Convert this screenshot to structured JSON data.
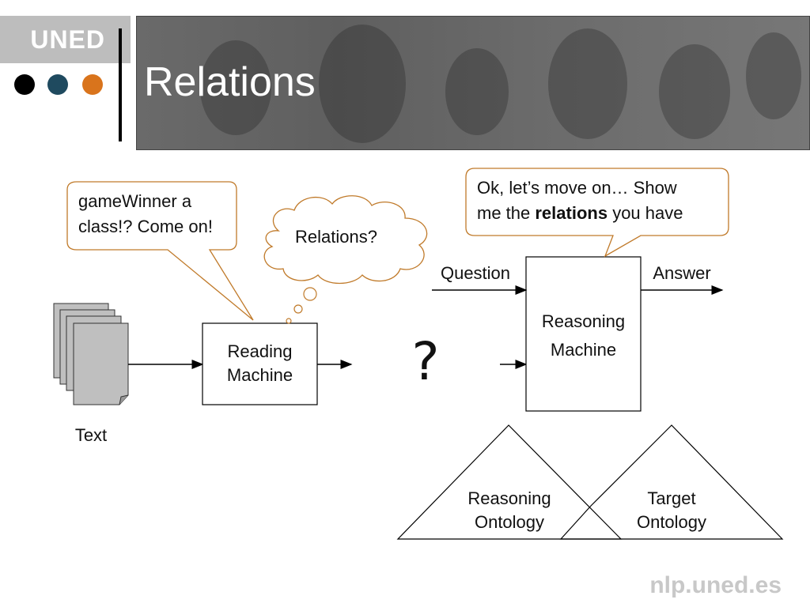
{
  "header": {
    "logo_text": "UNED",
    "title": "Relations",
    "dot_colors": [
      "#000000",
      "#1f4a5f",
      "#d9741c"
    ]
  },
  "callouts": {
    "reader_complaint": [
      "gameWinner a",
      "class!? Come on!"
    ],
    "thought": "Relations?",
    "reasoner_request": {
      "line1": "Ok, let’s move on…  Show",
      "line2_pre": "me the ",
      "line2_bold": "relations",
      "line2_post": " you have"
    }
  },
  "nodes": {
    "text_label": "Text",
    "reading_machine": [
      "Reading",
      "Machine"
    ],
    "unknown": "?",
    "reasoning_machine": [
      "Reasoning",
      "Machine"
    ],
    "reasoning_ontology": [
      "Reasoning",
      "Ontology"
    ],
    "target_ontology": [
      "Target",
      "Ontology"
    ]
  },
  "edges": {
    "question": "Question",
    "answer": "Answer"
  },
  "colors": {
    "callout_border": "#c07a2a",
    "doc_fill": "#bfbfbf",
    "footer_text": "#c8c8c8"
  },
  "footer": "nlp.uned.es"
}
